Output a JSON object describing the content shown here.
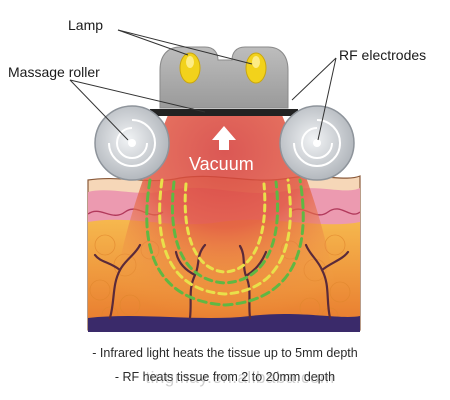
{
  "labels": {
    "lamp": "Lamp",
    "rf_electrodes": "RF electrodes",
    "massage_roller": "Massage roller",
    "vacuum": "Vacuum"
  },
  "captions": [
    "- Infrared light heats the tissue up to 5mm depth",
    "- RF heats tissue from 2 to 20mm depth"
  ],
  "watermark": "tingmay.en.alibaba.com",
  "colors": {
    "skin_top": "#f4c9a8",
    "dermis_pink": "#e98aa6",
    "fat_orange": "#f3a94a",
    "heat_red": "#d9443c",
    "applicator_grey": "#a9a9a9",
    "lamp_yellow": "#f2d21b",
    "roller_grey": "#c9cdd2",
    "rf_field_green": "#6cc04a"
  },
  "icons": [
    "vacuum-up-arrow-icon"
  ]
}
